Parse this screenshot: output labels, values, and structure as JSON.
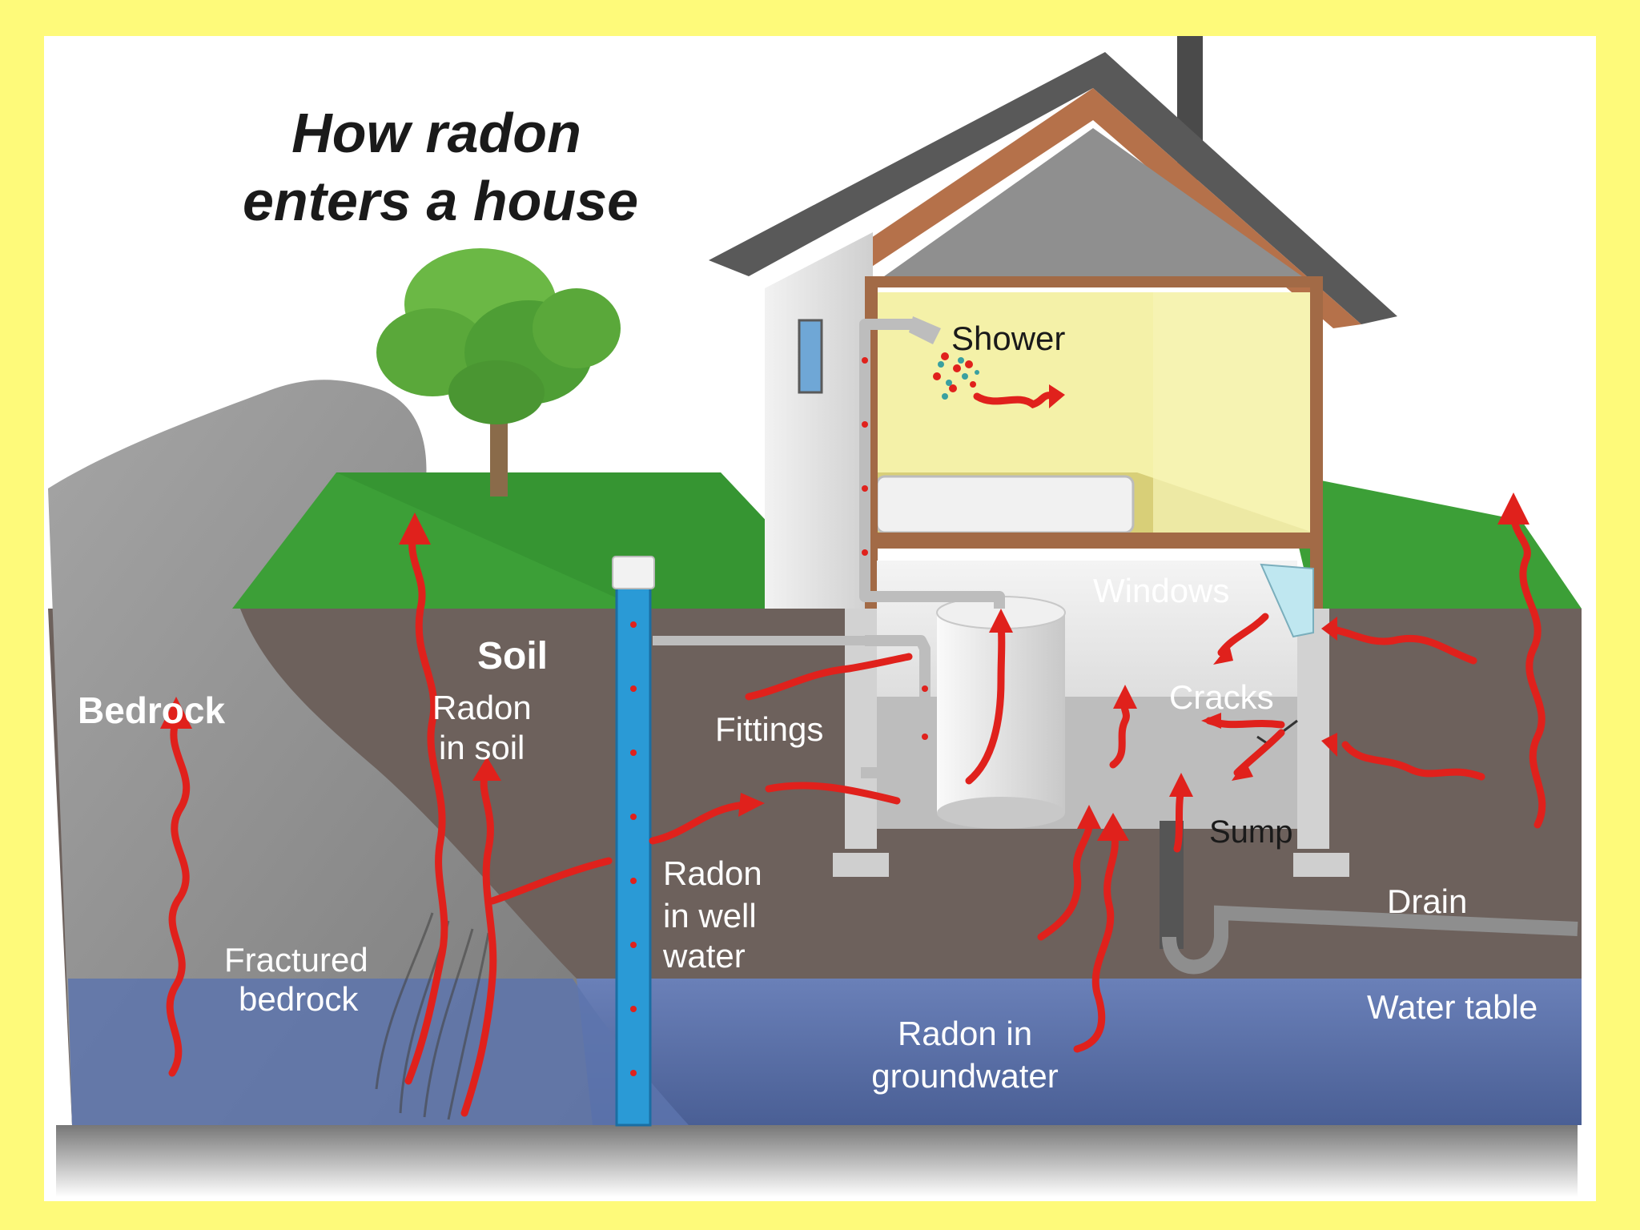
{
  "title": {
    "line1": "How radon",
    "line2": "enters a house"
  },
  "labels": {
    "bedrock": "Bedrock",
    "soil": "Soil",
    "radon_in_soil_1": "Radon",
    "radon_in_soil_2": "in soil",
    "fractured_1": "Fractured",
    "fractured_2": "bedrock",
    "radon_well_1": "Radon",
    "radon_well_2": "in well",
    "radon_well_3": "water",
    "fittings": "Fittings",
    "shower": "Shower",
    "windows": "Windows",
    "cracks": "Cracks",
    "sump": "Sump",
    "drain": "Drain",
    "water_table": "Water table",
    "groundwater_1": "Radon in",
    "groundwater_2": "groundwater"
  },
  "colors": {
    "frame": "#fefa7a",
    "sky": "#ffffff",
    "grass": "#3aa035",
    "soil": "#6e625d",
    "bedrock": "#8a8a8a",
    "water": "#5e76b0",
    "radon_arrow": "#e0211c",
    "well_pipe": "#2a9ad6",
    "roof": "#5a5a5a",
    "room": "#f4f1a8",
    "wall": "#e6e6e6"
  }
}
